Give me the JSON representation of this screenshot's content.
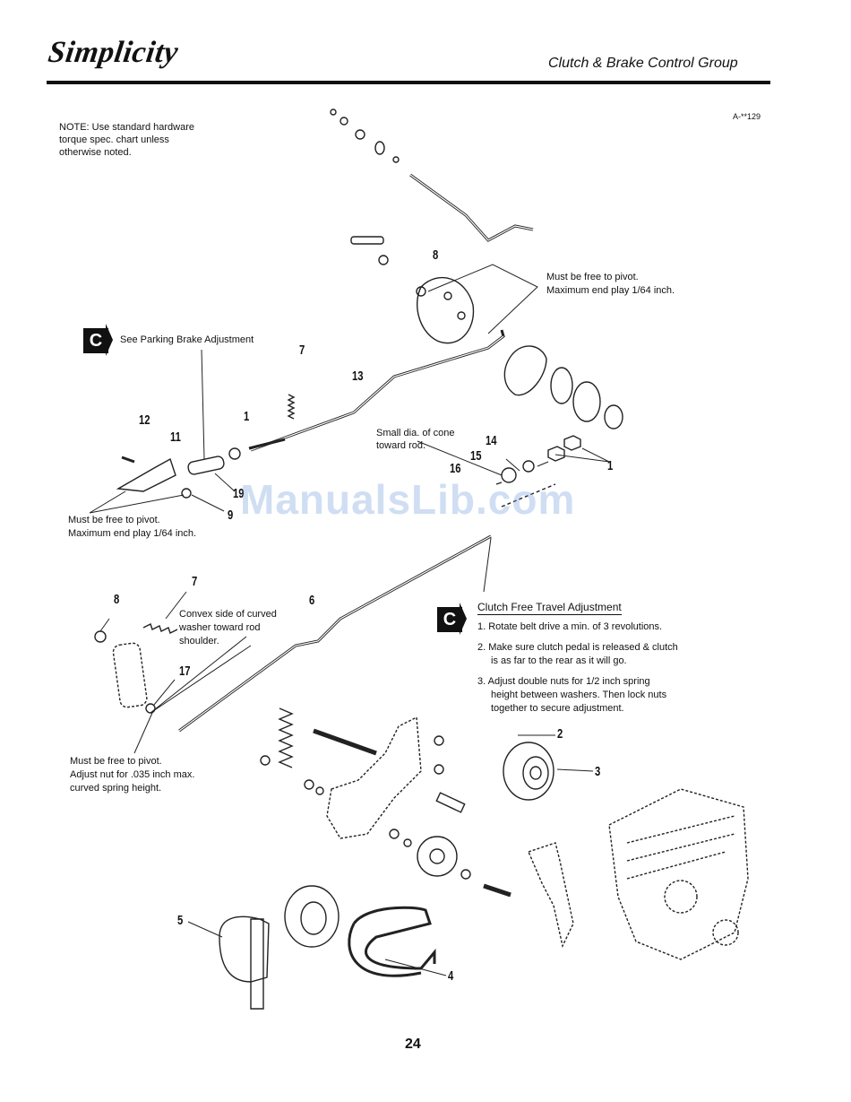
{
  "header": {
    "brand": "Simplicity",
    "title": "Clutch & Brake Control Group"
  },
  "figure_code": "A-**129",
  "note": {
    "line1": "NOTE: Use standard hardware",
    "line2": "torque spec. chart unless",
    "line3": "otherwise noted."
  },
  "callouts": {
    "pivot_top": {
      "line1": "Must be free to pivot.",
      "line2": "Maximum end play 1/64 inch."
    },
    "parking_brake": "See Parking Brake Adjustment",
    "small_dia": {
      "line1": "Small dia. of cone",
      "line2": "toward rod."
    },
    "pivot_left": {
      "line1": "Must be free to pivot.",
      "line2": "Maximum end play 1/64 inch."
    },
    "convex": {
      "line1": "Convex side of curved",
      "line2": "washer toward rod",
      "line3": "shoulder."
    },
    "pivot_bottom": {
      "line1": "Must be free to pivot.",
      "line2": "Adjust nut for .035 inch max.",
      "line3": "curved spring height."
    }
  },
  "clutch_adjustment": {
    "title": "Clutch Free Travel Adjustment",
    "step1": "1. Rotate belt drive a min. of 3 revolutions.",
    "step2a": "2. Make sure clutch pedal is released & clutch",
    "step2b": "is as far to the rear as it will go.",
    "step3a": "3. Adjust double nuts for 1/2 inch spring",
    "step3b": "height between washers. Then lock nuts",
    "step3c": "together to secure adjustment."
  },
  "badge_letter": "C",
  "part_numbers": {
    "p8a": "8",
    "p7a": "7",
    "p13": "13",
    "p12": "12",
    "p11": "11",
    "p1a": "1",
    "p14": "14",
    "p15": "15",
    "p16": "16",
    "p1b": "1",
    "p19": "19",
    "p9": "9",
    "p8b": "8",
    "p7b": "7",
    "p6": "6",
    "p17": "17",
    "p2": "2",
    "p3": "3",
    "p5": "5",
    "p4": "4"
  },
  "watermark": "ManualsLib.com",
  "page_number": "24"
}
